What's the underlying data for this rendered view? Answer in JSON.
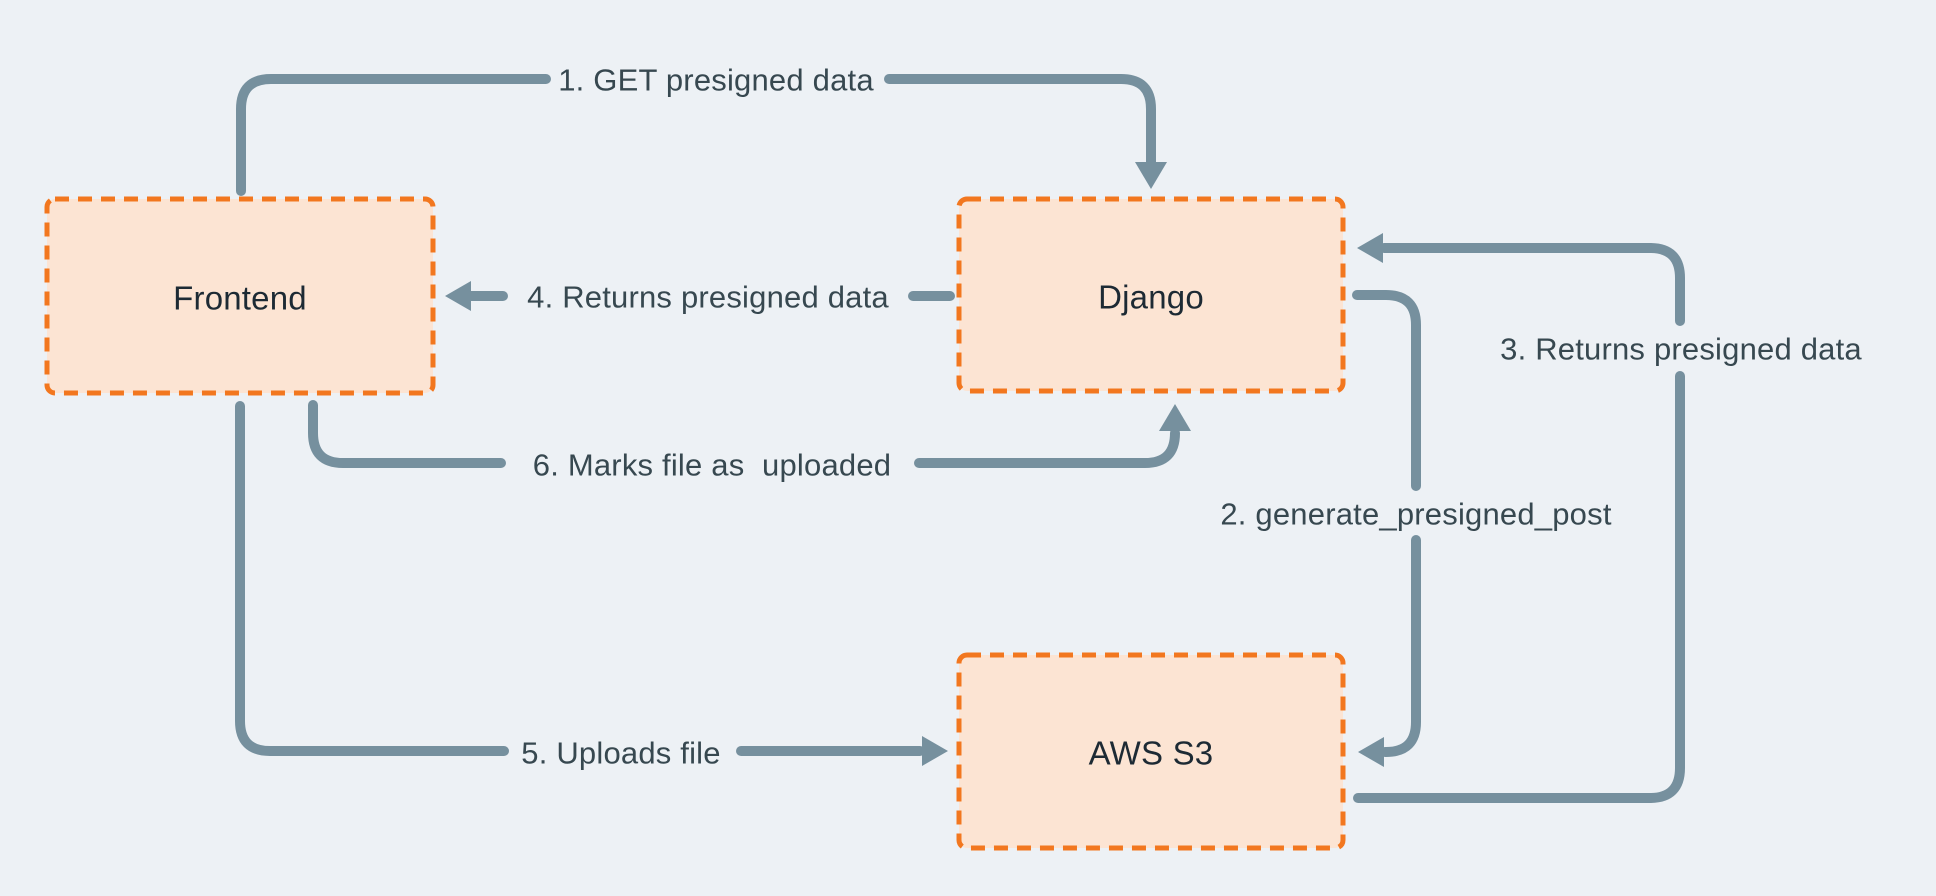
{
  "diagram": {
    "type": "flow-diagram",
    "colors": {
      "background": "#edf1f5",
      "node_fill": "#fce4d3",
      "node_border": "#f2771f",
      "edge": "#76909e",
      "edge_label": "#374850",
      "node_label": "#1d2a34"
    },
    "nodes": [
      {
        "id": "frontend",
        "label": "Frontend"
      },
      {
        "id": "django",
        "label": "Django"
      },
      {
        "id": "aws-s3",
        "label": "AWS S3"
      }
    ],
    "edges": [
      {
        "order": 1,
        "label": "1. GET presigned data",
        "from": "Frontend",
        "to": "Django"
      },
      {
        "order": 2,
        "label": "2. generate_presigned_post",
        "from": "Django",
        "to": "AWS S3"
      },
      {
        "order": 3,
        "label": "3. Returns presigned data",
        "from": "AWS S3",
        "to": "Django"
      },
      {
        "order": 4,
        "label": "4. Returns presigned data",
        "from": "Django",
        "to": "Frontend"
      },
      {
        "order": 5,
        "label": "5. Uploads file",
        "from": "Frontend",
        "to": "AWS S3"
      },
      {
        "order": 6,
        "label": "6. Marks file as  uploaded",
        "from": "Frontend",
        "to": "Django"
      }
    ]
  }
}
